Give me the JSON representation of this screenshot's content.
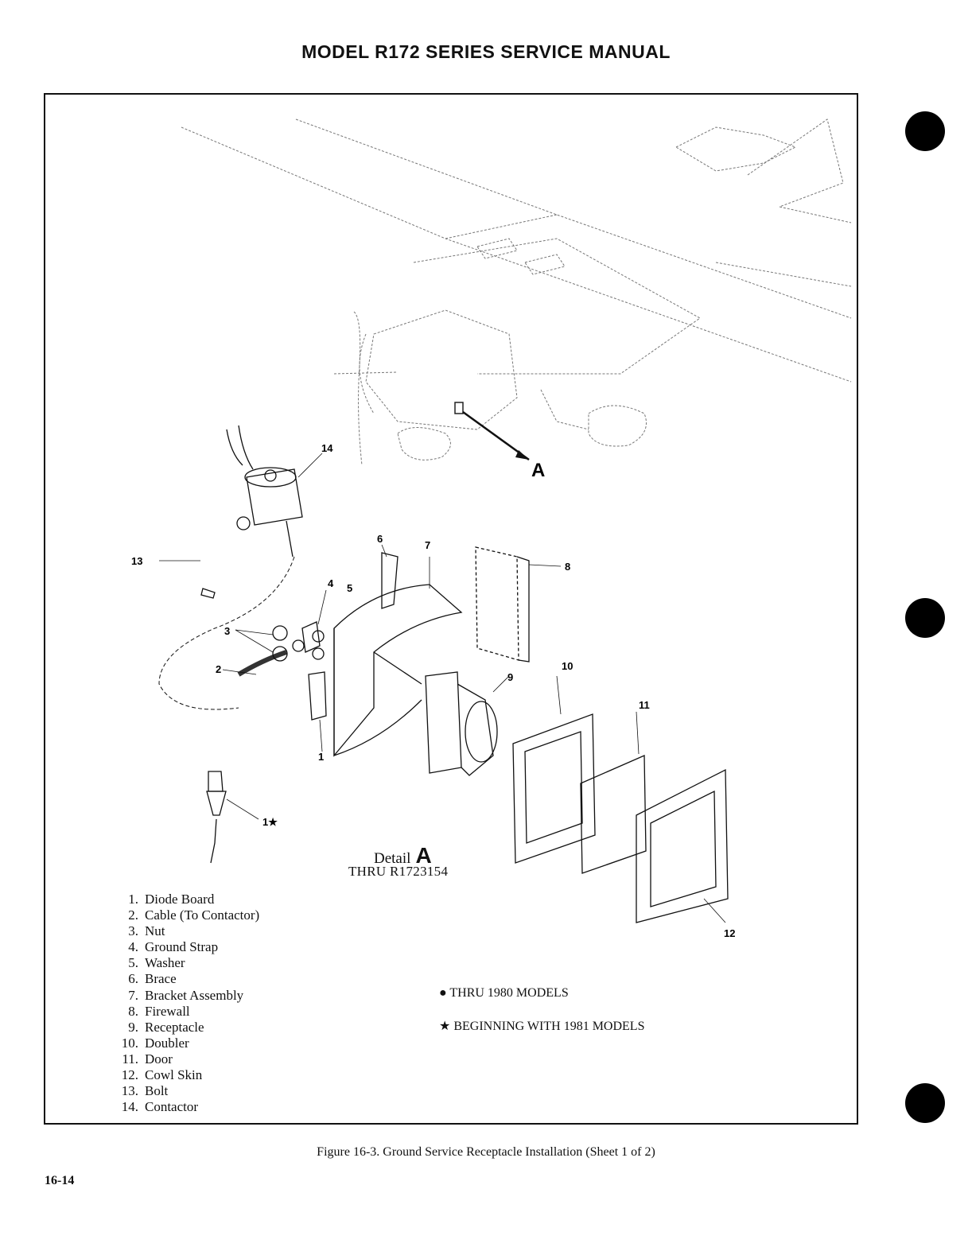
{
  "header": {
    "title": "MODEL R172 SERIES SERVICE MANUAL"
  },
  "figure": {
    "detail_label": "Detail",
    "detail_letter": "A",
    "range_note": "THRU R1723154",
    "callout_letter": "A",
    "callouts": [
      "1",
      "2",
      "3",
      "4",
      "5",
      "6",
      "7",
      "8",
      "9",
      "10",
      "11",
      "12",
      "13",
      "14",
      "1★"
    ]
  },
  "legend": [
    {
      "num": "1.",
      "text": "Diode Board"
    },
    {
      "num": "2.",
      "text": "Cable (To Contactor)"
    },
    {
      "num": "3.",
      "text": "Nut"
    },
    {
      "num": "4.",
      "text": "Ground Strap"
    },
    {
      "num": "5.",
      "text": "Washer"
    },
    {
      "num": "6.",
      "text": "Brace"
    },
    {
      "num": "7.",
      "text": "Bracket Assembly"
    },
    {
      "num": "8.",
      "text": "Firewall"
    },
    {
      "num": "9.",
      "text": "Receptacle"
    },
    {
      "num": "10.",
      "text": "Doubler"
    },
    {
      "num": "11.",
      "text": "Door"
    },
    {
      "num": "12.",
      "text": "Cowl Skin"
    },
    {
      "num": "13.",
      "text": "Bolt"
    },
    {
      "num": "14.",
      "text": "Contactor"
    }
  ],
  "notes": {
    "thru": "● THRU 1980 MODELS",
    "beginning": "★ BEGINNING WITH 1981 MODELS"
  },
  "caption": "Figure 16-3. Ground Service Receptacle Installation (Sheet 1 of 2)",
  "page_number": "16-14"
}
